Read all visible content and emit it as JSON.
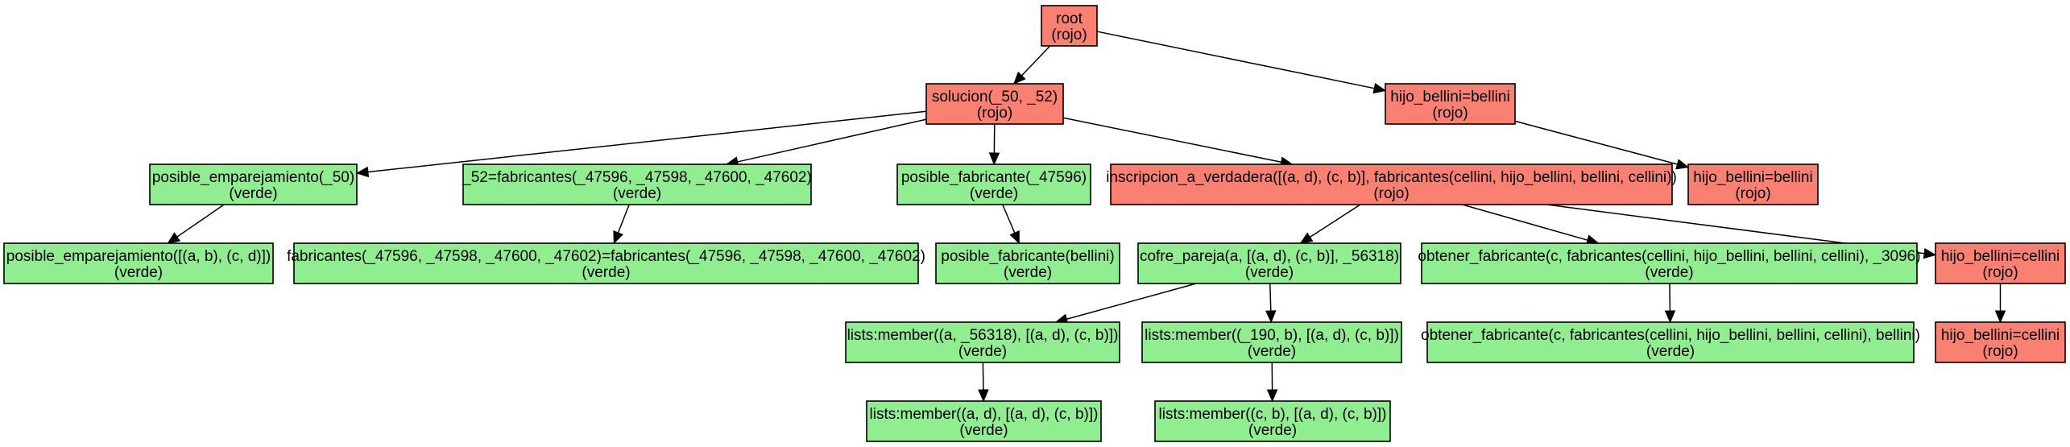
{
  "colors": {
    "rojo": "#fa8072",
    "verde": "#90ee90"
  },
  "nodes": {
    "root": {
      "label": "root",
      "status": "(rojo)",
      "color": "rojo"
    },
    "sol": {
      "label": "solucion(_50, _52)",
      "status": "(rojo)",
      "color": "rojo"
    },
    "hb1": {
      "label": "hijo_bellini=bellini",
      "status": "(rojo)",
      "color": "rojo"
    },
    "pe": {
      "label": "posible_emparejamiento(_50)",
      "status": "(verde)",
      "color": "verde"
    },
    "fab52": {
      "label": "_52=fabricantes(_47596, _47598, _47600, _47602)",
      "status": "(verde)",
      "color": "verde"
    },
    "pf": {
      "label": "posible_fabricante(_47596)",
      "status": "(verde)",
      "color": "verde"
    },
    "iv": {
      "label": "inscripcion_a_verdadera([(a, d), (c, b)], fabricantes(cellini, hijo_bellini, bellini, cellini))",
      "status": "(rojo)",
      "color": "rojo"
    },
    "hb2": {
      "label": "hijo_bellini=bellini",
      "status": "(rojo)",
      "color": "rojo"
    },
    "pe2": {
      "label": "posible_emparejamiento([(a, b), (c, d)])",
      "status": "(verde)",
      "color": "verde"
    },
    "fabeq": {
      "label": "fabricantes(_47596, _47598, _47600, _47602)=fabricantes(_47596, _47598, _47600, _47602)",
      "status": "(verde)",
      "color": "verde"
    },
    "pfb": {
      "label": "posible_fabricante(bellini)",
      "status": "(verde)",
      "color": "verde"
    },
    "cp": {
      "label": "cofre_pareja(a, [(a, d), (c, b)], _56318)",
      "status": "(verde)",
      "color": "verde"
    },
    "of": {
      "label": "obtener_fabricante(c, fabricantes(cellini, hijo_bellini, bellini, cellini), _3096)",
      "status": "(verde)",
      "color": "verde"
    },
    "hbc": {
      "label": "hijo_bellini=cellini",
      "status": "(rojo)",
      "color": "rojo"
    },
    "lm1": {
      "label": "lists:member((a, _56318), [(a, d), (c, b)])",
      "status": "(verde)",
      "color": "verde"
    },
    "lm2": {
      "label": "lists:member((_190, b), [(a, d), (c, b)])",
      "status": "(verde)",
      "color": "verde"
    },
    "of2": {
      "label": "obtener_fabricante(c, fabricantes(cellini, hijo_bellini, bellini, cellini), bellini)",
      "status": "(verde)",
      "color": "verde"
    },
    "hbc2": {
      "label": "hijo_bellini=cellini",
      "status": "(rojo)",
      "color": "rojo"
    },
    "lm3": {
      "label": "lists:member((a, d), [(a, d), (c, b)])",
      "status": "(verde)",
      "color": "verde"
    },
    "lm4": {
      "label": "lists:member((c, b), [(a, d), (c, b)])",
      "status": "(verde)",
      "color": "verde"
    }
  },
  "edges": [
    [
      "root",
      "sol"
    ],
    [
      "root",
      "hb1"
    ],
    [
      "sol",
      "pe"
    ],
    [
      "sol",
      "fab52"
    ],
    [
      "sol",
      "pf"
    ],
    [
      "sol",
      "iv"
    ],
    [
      "hb1",
      "hb2"
    ],
    [
      "pe",
      "pe2"
    ],
    [
      "fab52",
      "fabeq"
    ],
    [
      "pf",
      "pfb"
    ],
    [
      "iv",
      "cp"
    ],
    [
      "iv",
      "of"
    ],
    [
      "iv",
      "hbc"
    ],
    [
      "cp",
      "lm1"
    ],
    [
      "cp",
      "lm2"
    ],
    [
      "of",
      "of2"
    ],
    [
      "hbc",
      "hbc2"
    ],
    [
      "lm1",
      "lm3"
    ],
    [
      "lm2",
      "lm4"
    ]
  ]
}
